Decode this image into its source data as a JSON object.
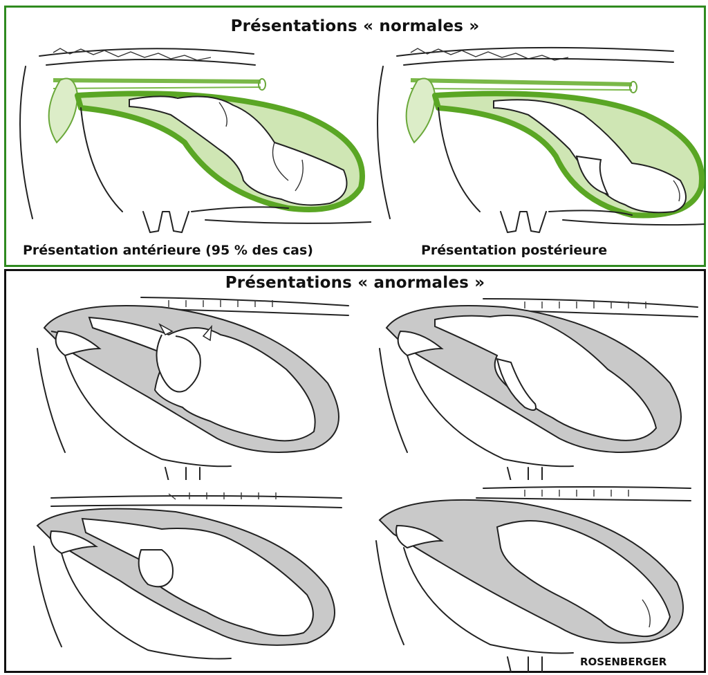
{
  "normal": {
    "title": "Présentations « normales »",
    "anterior_caption": "Présentation antérieure (95 % des cas)",
    "posterior_caption": "Présentation postérieure"
  },
  "abnormal": {
    "title": "Présentations « anormales »"
  },
  "credit": "ROSENBERGER",
  "colors": {
    "normal_border": "#2f8a1f",
    "uterus_green": "#5aa624",
    "fluid_green": "#cfe6b4",
    "abnormal_fill": "#c9c9c9",
    "outline": "#222222"
  }
}
